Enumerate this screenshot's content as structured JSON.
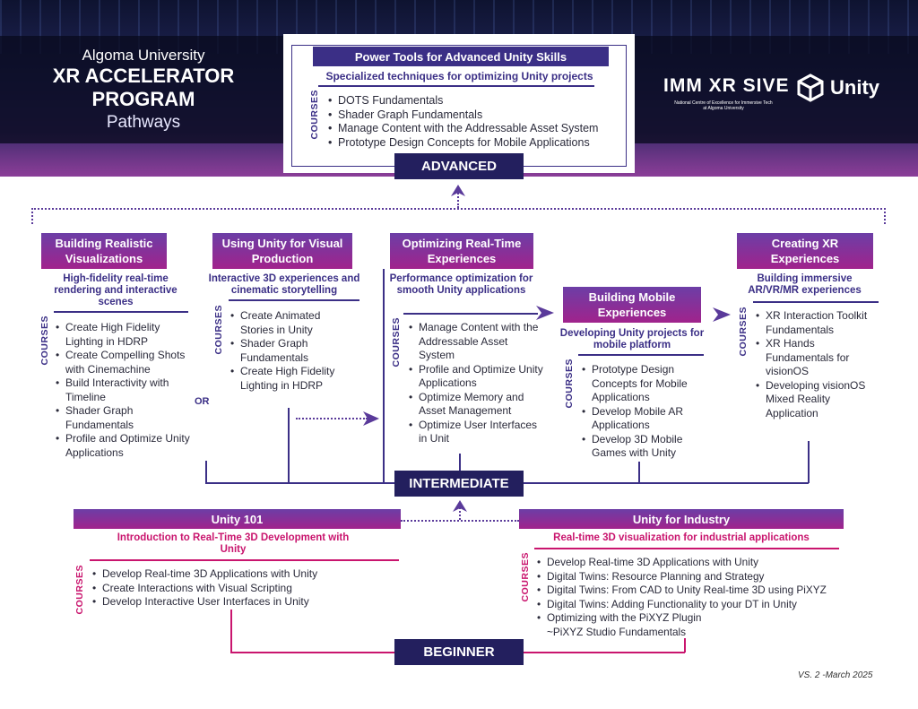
{
  "brand": {
    "university": "Algoma University",
    "program_line1": "XR ACCELERATOR",
    "program_line2": "PROGRAM",
    "pathways": "Pathways"
  },
  "logos": {
    "immersive": "IMM XR SIVE",
    "immersive_sub": "National Centre of Excellence for Immersive Tech at Algoma University",
    "unity": "Unity",
    "unity_icon": "unity-cube-icon"
  },
  "courses_label": "COURSES",
  "or_label": "OR",
  "advanced": {
    "title": "Power Tools for Advanced Unity Skills",
    "subtitle": "Specialized techniques for optimizing Unity projects",
    "courses": [
      "DOTS Fundamentals",
      "Shader Graph Fundamentals",
      "Manage Content with the Addressable Asset System",
      "Prototype Design Concepts for Mobile Applications"
    ],
    "level": "ADVANCED"
  },
  "intermediate": {
    "level": "INTERMEDIATE",
    "tracks": [
      {
        "title": "Building Realistic Visualizations",
        "subtitle": "High-fidelity real-time rendering and interactive scenes",
        "courses": [
          "Create High Fidelity Lighting in HDRP",
          "Create Compelling Shots with Cinemachine",
          "Build Interactivity with Timeline",
          "Shader Graph Fundamentals",
          "Profile and Optimize Unity Applications"
        ]
      },
      {
        "title": "Using Unity for Visual Production",
        "subtitle": "Interactive 3D experiences and cinematic storytelling",
        "courses": [
          "Create Animated Stories in Unity",
          "Shader Graph Fundamentals",
          "Create High Fidelity Lighting in HDRP"
        ]
      },
      {
        "title": "Optimizing Real-Time Experiences",
        "subtitle": "Performance optimization for smooth Unity applications",
        "courses": [
          "Manage Content with the Addressable Asset System",
          "Profile and Optimize Unity Applications",
          "Optimize Memory and Asset Management",
          "Optimize User Interfaces in Unit"
        ]
      },
      {
        "title": "Building Mobile Experiences",
        "subtitle": "Developing Unity projects for mobile platform",
        "courses": [
          "Prototype Design Concepts for Mobile Applications",
          "Develop Mobile AR Applications",
          "Develop 3D Mobile Games with Unity"
        ]
      },
      {
        "title": "Creating XR Experiences",
        "subtitle": "Building immersive AR/VR/MR experiences",
        "courses": [
          "XR Interaction Toolkit Fundamentals",
          "XR Hands Fundamentals for visionOS",
          "Developing visionOS Mixed Reality Application"
        ]
      }
    ]
  },
  "beginner": {
    "level": "BEGINNER",
    "tracks": [
      {
        "title": "Unity 101",
        "subtitle": "Introduction to Real-Time 3D Development with Unity",
        "courses": [
          "Develop Real-time 3D Applications with Unity",
          "Create Interactions with Visual Scripting",
          "Develop Interactive User Interfaces in Unity"
        ]
      },
      {
        "title": "Unity for Industry",
        "subtitle": "Real-time 3D visualization for industrial applications",
        "courses": [
          "Develop Real-time 3D Applications with Unity",
          "Digital Twins: Resource Planning and Strategy",
          "Digital Twins: From CAD to Unity Real-time 3D using PiXYZ",
          "Digital Twins: Adding Functionality to your DT in Unity",
          "Optimizing with the PiXYZ Plugin ~PiXYZ Studio Fundamentals"
        ]
      }
    ]
  },
  "version": "VS. 2 -March 2025"
}
